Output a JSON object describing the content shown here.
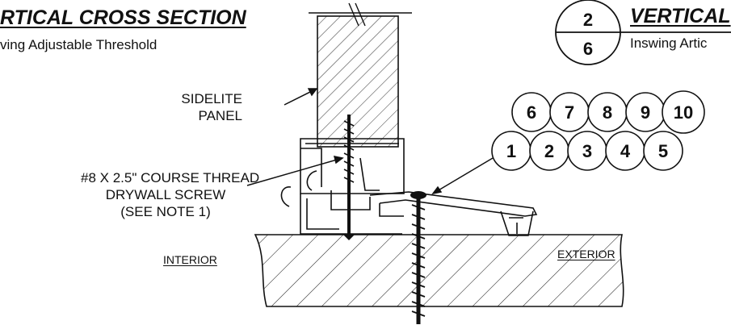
{
  "left_header": {
    "title": "RTICAL CROSS SECTION",
    "subtitle": "ving Adjustable Threshold"
  },
  "right_header": {
    "detail_number": "2",
    "sheet_number": "6",
    "title": "VERTICAL",
    "subtitle": "Inswing Artic"
  },
  "callouts": {
    "sidelite_panel": [
      "SIDELITE",
      "PANEL"
    ],
    "screw": [
      "#8 X 2.5\" COURSE THREAD",
      "DRYWALL SCREW",
      "(SEE NOTE 1)"
    ],
    "interior": "INTERIOR",
    "exterior": "EXTERIOR"
  },
  "bubbles": {
    "top_row": [
      "6",
      "7",
      "8",
      "9",
      "10"
    ],
    "bottom_row": [
      "1",
      "2",
      "3",
      "4",
      "5"
    ]
  }
}
